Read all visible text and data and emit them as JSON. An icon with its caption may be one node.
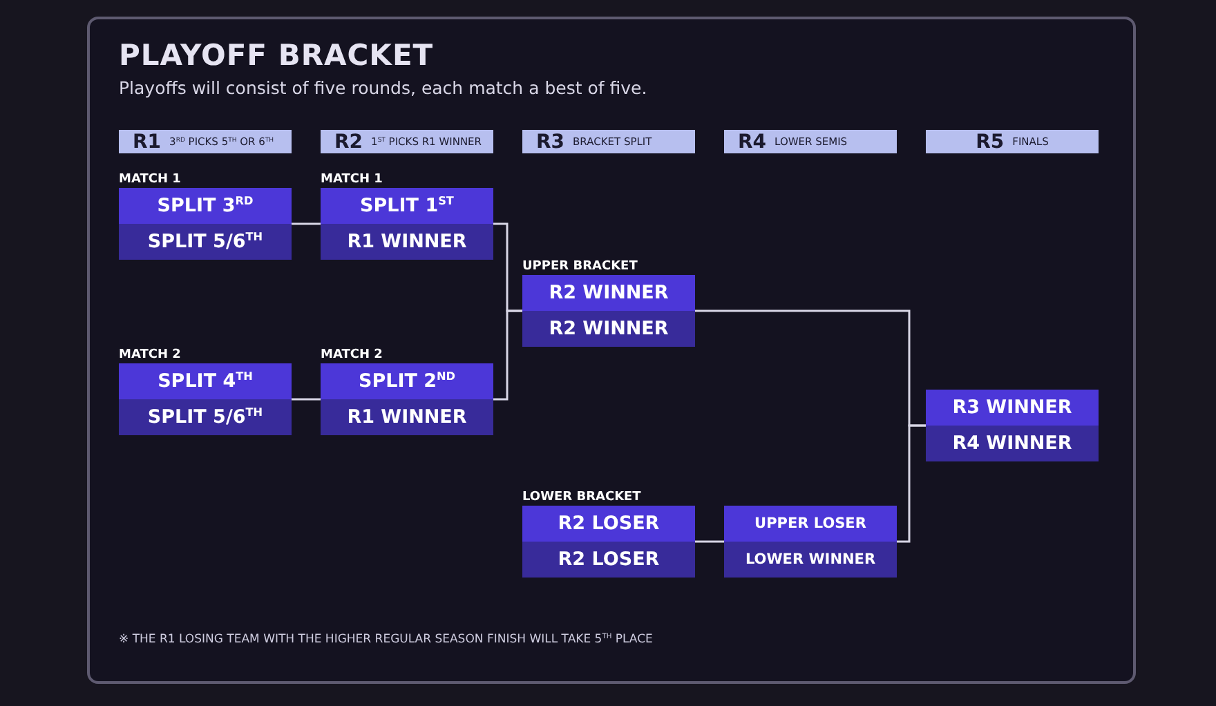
{
  "diagram": {
    "title": "PLAYOFF BRACKET",
    "nodes": [
      {
        "text": [
          "R1",
          "3$^{RD}$ PICKS 5$^{TH}$ OR 6$^{TH}$"
        ]
      },
      {
        "text": [
          "R2",
          "1$^{ST}$ PICKS R1 WINNER"
        ]
      },
      {
        "text": [
          "R3",
          "BRACKET SPLIT"
        ]
      },
      {
        "text": [
          "R4",
          "LOWER SEMIS"
        ]
      },
      {
        "text": [
          "R5",
          "FINALS"
        ]
      },
      {
        "text": [
          "MATCH 1",
          "SPLIT 3$^{RD}$",
          "SPLIT 5/6$^{TH}$"
        ]
      },
      {
        "text": [
          "MATCH 1",
          "SPLIT 1$^{ST}$",
          "R1 WINNER"
        ]
      },
      {
        "text": [
          "UPPER BRACKET",
          "R2 WINNER",
          "R2 WINNER"
        ]
      },
      {
        "text": [
          "MATCH 2",
          "SPLIT 4$^{TH}$",
          "SPLIT 5/6$^{TH}$"
        ]
      },
      {
        "text": [
          "MATCH 2",
          "SPLIT 2$^{ND}$",
          "R1 WINNER"
        ]
      },
      {
        "text": [
          "R3 WINNER",
          "R4 WINNER"
        ]
      },
      {
        "text": [
          "LOWER BRACKET",
          "R2 LOSER",
          "R2 LOSER"
        ]
      },
      {
        "text": [
          "UPPER LOSER",
          "LOWER WINNER"
        ]
      }
    ],
    "edges": [
      {
        "from": 5,
        "to": 6,
        "arrow": "none"
      },
      {
        "from": 8,
        "to": 9,
        "arrow": "none"
      },
      {
        "from": 6,
        "to": 7,
        "arrow": "none"
      },
      {
        "from": 9,
        "to": 7,
        "arrow": "none"
      },
      {
        "from": 11,
        "to": 12,
        "arrow": "none"
      },
      {
        "from": 7,
        "to": 10,
        "arrow": "none"
      },
      {
        "from": 12,
        "to": 10,
        "arrow": "none"
      }
    ],
    "labels": [
      "Playoffs will consist of five rounds, each match a best of five.",
      "※ THE R1 LOSING TEAM WITH THE HIGHER REGULAR SEASON FINISH WILL TAKE 5$^{TH}$ PLACE"
    ]
  }
}
